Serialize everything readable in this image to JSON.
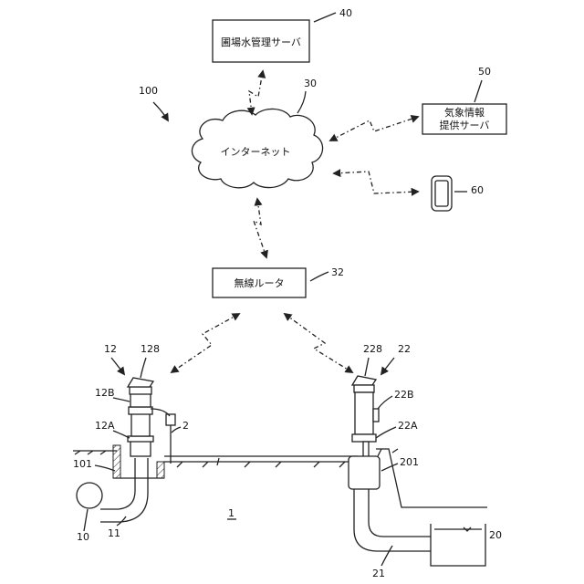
{
  "labels": {
    "server_ref": "40",
    "server_box": "圃場水管理サーバ",
    "system_ref": "100",
    "internet_ref": "30",
    "internet": "インターネット",
    "weather_ref": "50",
    "weather_line1": "気象情報",
    "weather_line2": "提供サーバ",
    "phone_ref": "60",
    "router_ref": "32",
    "router_box": "無線ルータ",
    "left_device_ref": "12",
    "left_antenna_ref": "128",
    "left_upper_ref": "12B",
    "left_lower_ref": "12A",
    "sensor_ref": "2",
    "left_basin_ref": "101",
    "left_valve_ref": "10",
    "left_pipe_ref": "11",
    "field_ref": "1",
    "right_device_ref": "22",
    "right_antenna_ref": "228",
    "right_upper_ref": "22B",
    "right_lower_ref": "22A",
    "right_basin_ref": "201",
    "channel_ref": "20",
    "right_pipe_ref": "21"
  }
}
